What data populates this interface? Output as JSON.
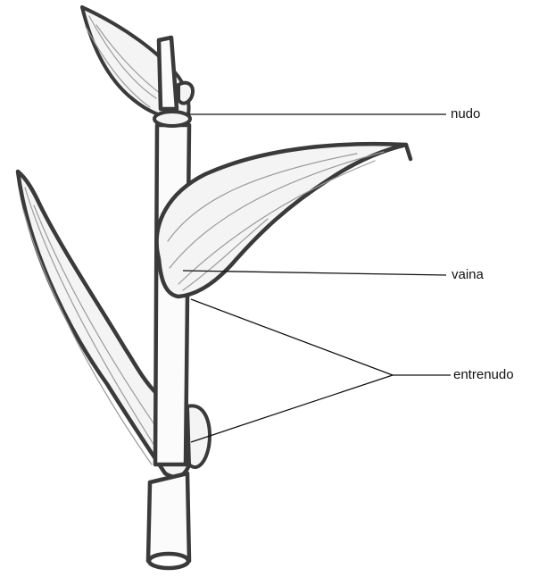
{
  "labels": {
    "node": "nudo",
    "sheath": "vaina",
    "internode": "entrenudo"
  },
  "colors": {
    "outline": "#3a3a3a",
    "fill": "#f4f4f4",
    "vein": "#9a9a9a",
    "leader": "#111111"
  }
}
